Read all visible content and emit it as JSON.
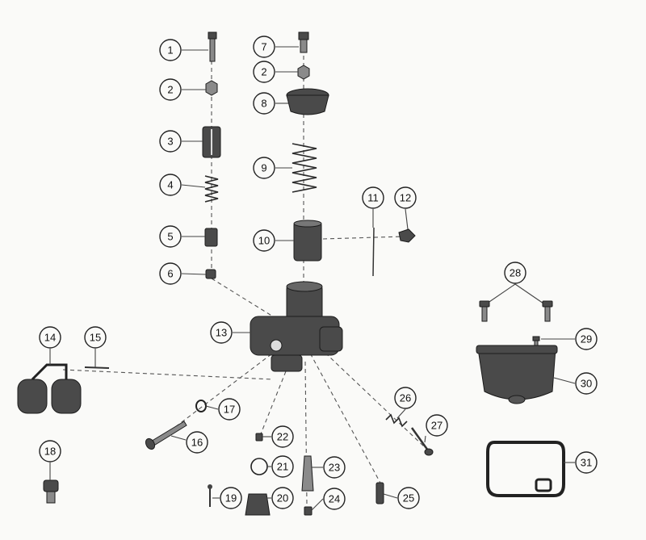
{
  "callouts": [
    {
      "id": "c1",
      "label": "1"
    },
    {
      "id": "c2a",
      "label": "2"
    },
    {
      "id": "c3",
      "label": "3"
    },
    {
      "id": "c4",
      "label": "4"
    },
    {
      "id": "c5",
      "label": "5"
    },
    {
      "id": "c6",
      "label": "6"
    },
    {
      "id": "c7",
      "label": "7"
    },
    {
      "id": "c2b",
      "label": "2"
    },
    {
      "id": "c8",
      "label": "8"
    },
    {
      "id": "c9",
      "label": "9"
    },
    {
      "id": "c10",
      "label": "10"
    },
    {
      "id": "c11",
      "label": "11"
    },
    {
      "id": "c12",
      "label": "12"
    },
    {
      "id": "c13",
      "label": "13"
    },
    {
      "id": "c14",
      "label": "14"
    },
    {
      "id": "c15",
      "label": "15"
    },
    {
      "id": "c16",
      "label": "16"
    },
    {
      "id": "c17",
      "label": "17"
    },
    {
      "id": "c18",
      "label": "18"
    },
    {
      "id": "c19",
      "label": "19"
    },
    {
      "id": "c20",
      "label": "20"
    },
    {
      "id": "c21",
      "label": "21"
    },
    {
      "id": "c22",
      "label": "22"
    },
    {
      "id": "c23",
      "label": "23"
    },
    {
      "id": "c24",
      "label": "24"
    },
    {
      "id": "c25",
      "label": "25"
    },
    {
      "id": "c26",
      "label": "26"
    },
    {
      "id": "c27",
      "label": "27"
    },
    {
      "id": "c28",
      "label": "28"
    },
    {
      "id": "c29",
      "label": "29"
    },
    {
      "id": "c30",
      "label": "30"
    },
    {
      "id": "c31",
      "label": "31"
    }
  ]
}
